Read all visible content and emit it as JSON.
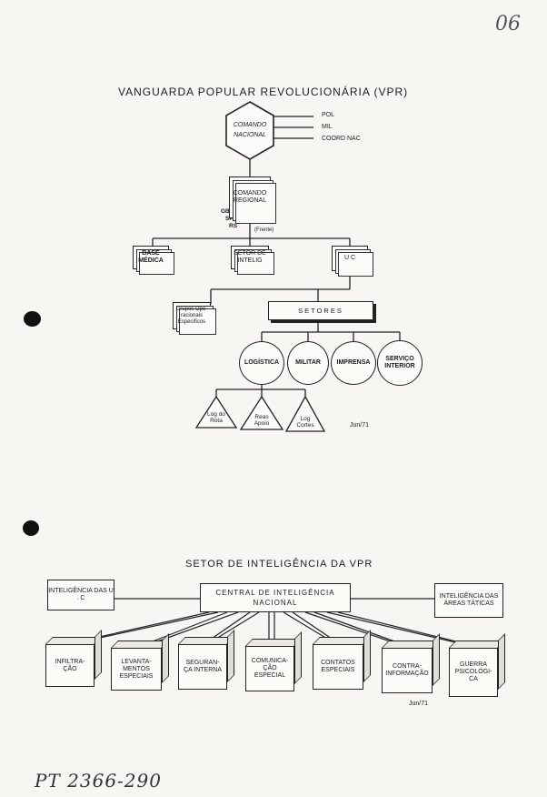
{
  "page_number": "06",
  "stamp": "PT 2366-290",
  "chart1": {
    "title": "VANGUARDA   POPULAR REVOLUCIONÁRIA (VPR)",
    "comando_nacional": "COMANDO NACIONAL",
    "branches": [
      "POL",
      "MIL",
      "COORD NAC"
    ],
    "comando_regional": "COMANDO REGIONAL",
    "regional_tags": [
      "GB",
      "SP",
      "RS"
    ],
    "frente_label": "(Frente)",
    "base_medica": "BASE MÉDICA",
    "setor_intelig": "SETOR DE INTELIG",
    "uc": "U C",
    "grupos": "Grupos Ope- racionais Especificos",
    "setores": "SETORES",
    "circles": [
      "LOGÍSTICA",
      "MILITAR",
      "IMPRENSA",
      "SERVIÇO INTERIOR"
    ],
    "triangles": [
      "Log do Rota",
      "Reas Apoio",
      "Log Cortes"
    ],
    "date": "Jun/71"
  },
  "chart2": {
    "title": "SETOR DE INTELIGÊNCIA DA VPR",
    "left": "INTELIGÊNCIA DAS U . C",
    "central": "CENTRAL DE INTELIGÊNCIA NACIONAL",
    "right": "INTELIGÊNCIA DAS ÁREAS TÁTICAS",
    "units": [
      "INFILTRA- ÇÃO",
      "LEVANTA- MENTOS ESPECIAIS",
      "SEGURAN- ÇA INTERNA",
      "COMUNICA- ÇÃO ESPECIAL",
      "CONTATOS ESPECIAIS",
      "CONTRA- INFORMAÇÃO",
      "GUERRA PSICOLÓGI- CA"
    ],
    "date": "Jun/71"
  }
}
